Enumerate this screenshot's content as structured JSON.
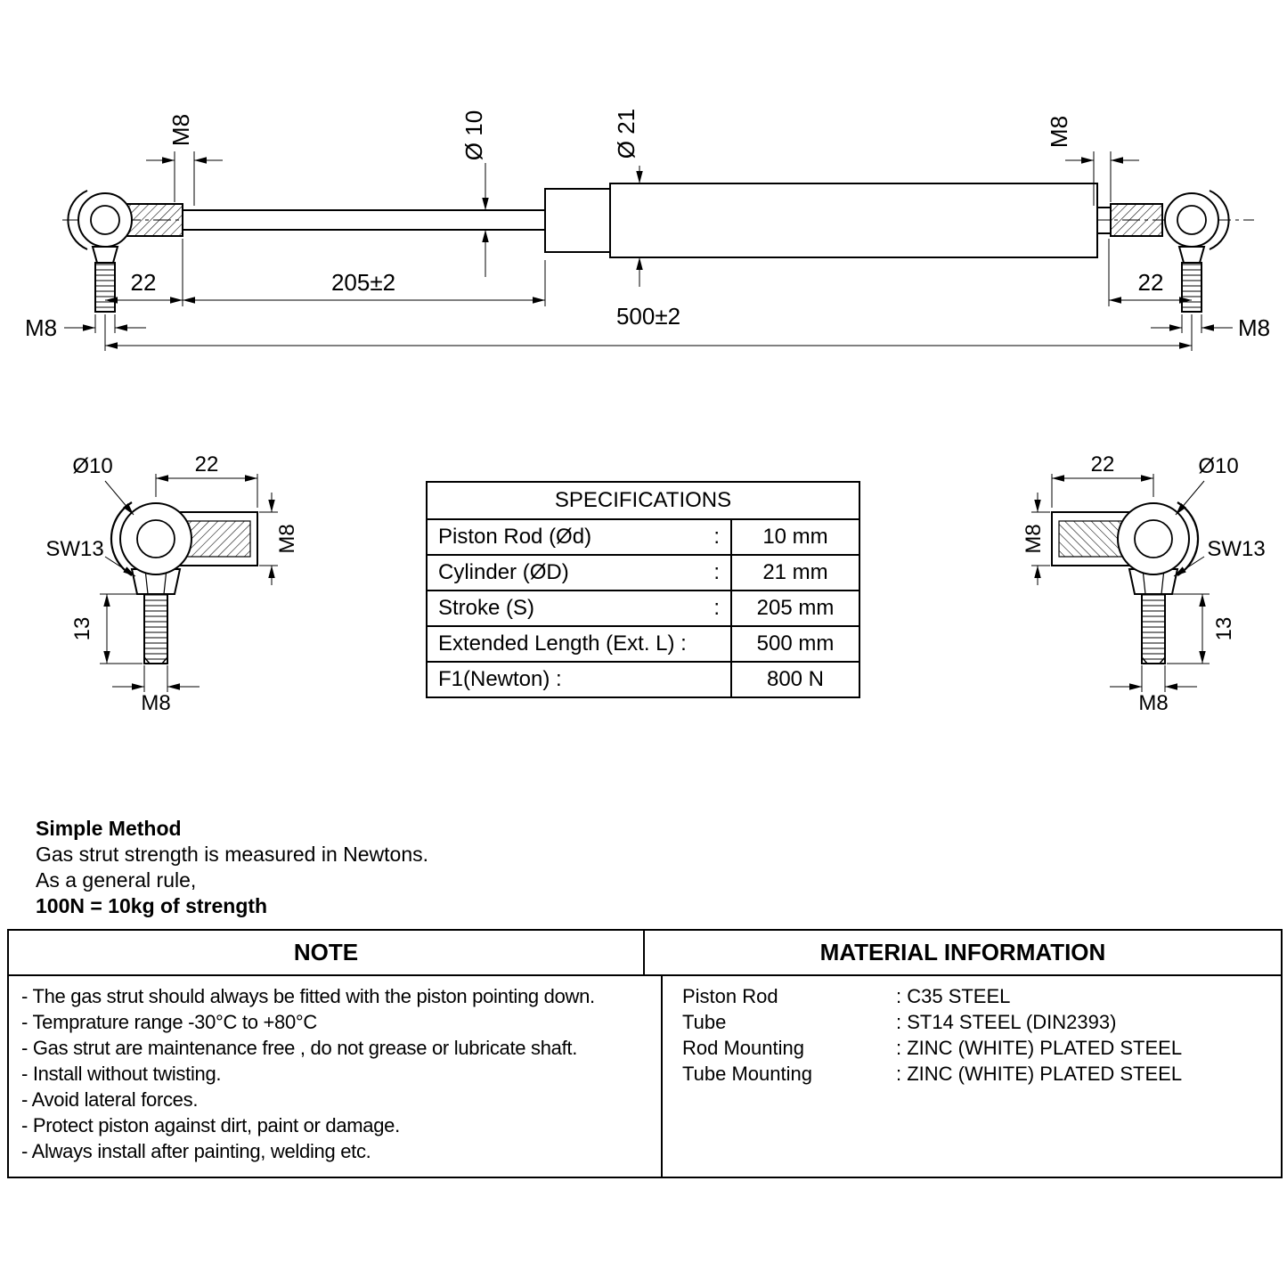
{
  "main_drawing": {
    "label_m8_top_left": "M8",
    "label_dia_rod": "Ø 10",
    "label_dia_cylinder": "Ø 21",
    "label_m8_top_right": "M8",
    "dim_left_offset": "22",
    "dim_stroke": "205±2",
    "dim_right_offset": "22",
    "dim_extended_length": "500±2",
    "label_m8_bottom_left": "M8",
    "label_m8_bottom_right": "M8"
  },
  "detail_left": {
    "dia": "Ø10",
    "width": "22",
    "wrench": "SW13",
    "thread_side": "M8",
    "stud_length": "13",
    "thread_bottom": "M8"
  },
  "detail_right": {
    "width": "22",
    "dia": "Ø10",
    "thread_side": "M8",
    "wrench": "SW13",
    "stud_length": "13",
    "thread_bottom": "M8"
  },
  "spec_table": {
    "title": "SPECIFICATIONS",
    "rows": [
      {
        "label": "Piston Rod (Ød)",
        "sep": ":",
        "value": "10 mm"
      },
      {
        "label": "Cylinder (ØD)",
        "sep": ":",
        "value": "21 mm"
      },
      {
        "label": "Stroke (S)",
        "sep": ":",
        "value": "205 mm"
      },
      {
        "label": "Extended Length (Ext. L) :",
        "sep": "",
        "value": "500 mm"
      },
      {
        "label": "F1(Newton) :",
        "sep": "",
        "value": "800 N"
      }
    ]
  },
  "simple_method": {
    "title": "Simple Method",
    "line1": "Gas strut strength is measured in Newtons.",
    "line2": "As a general rule,",
    "line3": "100N = 10kg of strength"
  },
  "note_table": {
    "note_title": "NOTE",
    "notes": [
      "- The gas strut should always be fitted with the piston pointing down.",
      "- Temprature range -30°C to +80°C",
      "- Gas strut are maintenance free , do not grease or lubricate shaft.",
      "- Install without twisting.",
      "- Avoid lateral forces.",
      "- Protect piston against dirt, paint or damage.",
      "- Always install after painting, welding etc."
    ],
    "material_title": "MATERIAL INFORMATION",
    "materials": [
      {
        "label": "Piston Rod",
        "value": ": C35 STEEL"
      },
      {
        "label": "Tube",
        "value": ": ST14 STEEL (DIN2393)"
      },
      {
        "label": "Rod Mounting",
        "value": ": ZINC (WHITE) PLATED STEEL"
      },
      {
        "label": "Tube Mounting",
        "value": ": ZINC (WHITE) PLATED STEEL"
      }
    ]
  }
}
